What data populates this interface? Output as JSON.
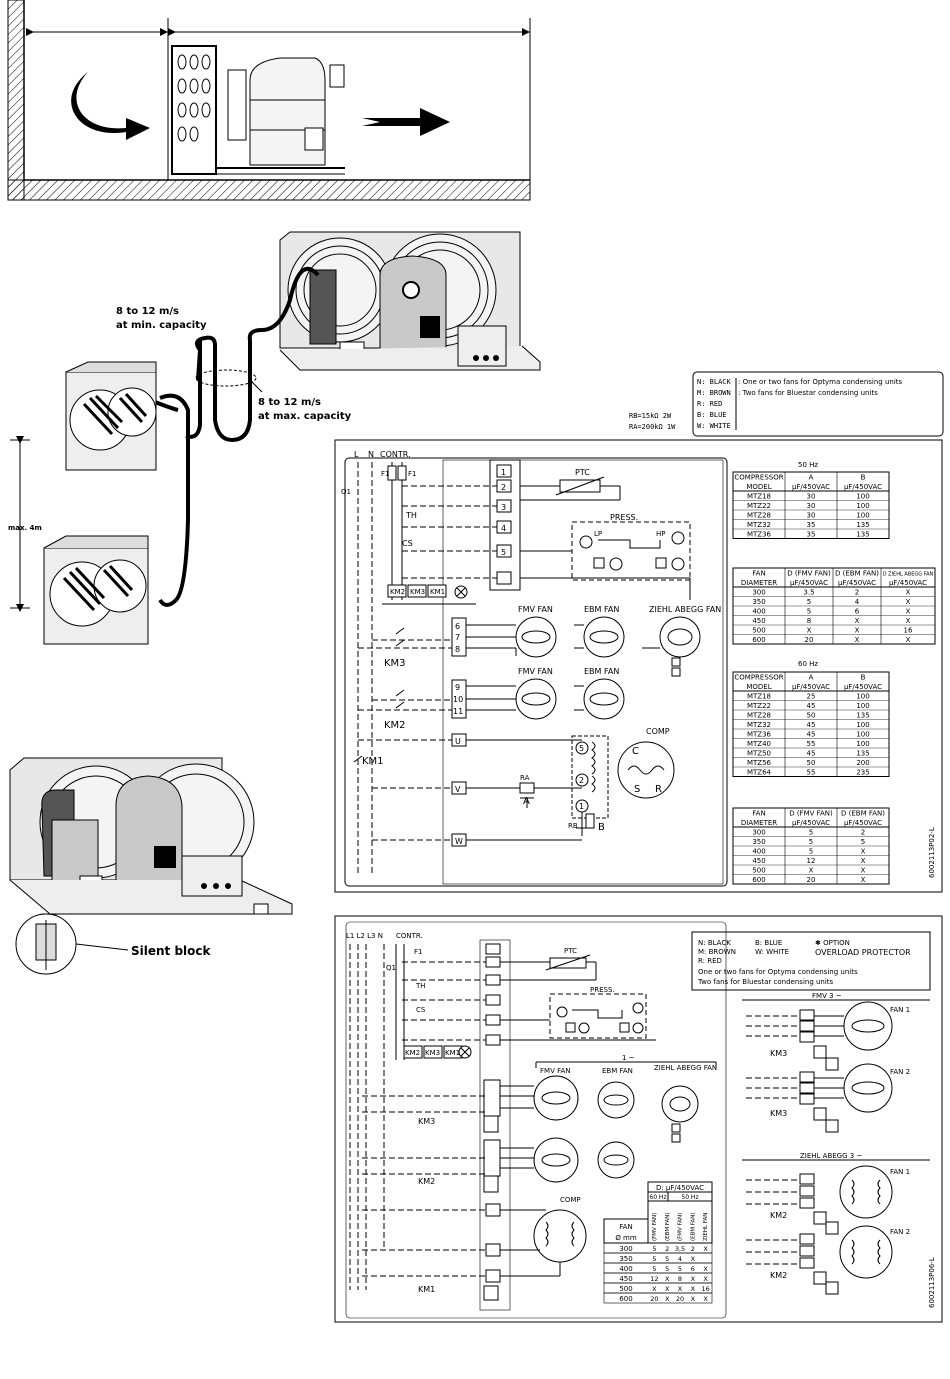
{
  "install": {
    "min_speed": "8 to 12 m/s",
    "min_capacity": "at min. capacity",
    "max_speed": "8 to 12 m/s",
    "max_capacity": "at max. capacity",
    "max_height": "max. 4m",
    "silent_block": "Silent block"
  },
  "d1": {
    "legend": [
      "N: BLACK",
      "M: BROWN",
      "R: RED",
      "B: BLUE",
      "W: WHITE"
    ],
    "legend_note1": ": One or two fans for Optyma condensing units",
    "legend_note2": ": Two fans for Bluestar condensing units",
    "rb": "RB=15kΩ  2W",
    "ra": "RA=200kΩ  1W",
    "L": "L",
    "N": "N",
    "contr": "CONTR.",
    "f1a": "F1",
    "f1b": "F1",
    "q1": "Q1",
    "th": "TH",
    "cs": "CS",
    "ptc": "PTC",
    "press": "PRESS.",
    "lp": "LP",
    "hp": "HP",
    "km_boxes": [
      "KM2",
      "KM3",
      "KM1"
    ],
    "terminals": [
      "1",
      "2",
      "3",
      "4",
      "5",
      "6",
      "7",
      "8",
      "9",
      "10",
      "11",
      "U",
      "V",
      "W"
    ],
    "fmv1": "FMV FAN",
    "ebm1": "EBM FAN",
    "ziehl": "ZIEHL ABEGG FAN",
    "fmv2": "FMV FAN",
    "ebm2": "EBM FAN",
    "km3": "KM3",
    "km2": "KM2",
    "km1": "KM1",
    "comp": "COMP",
    "ra_lbl": "RA",
    "rb_lbl": "RB",
    "cap_a": "A",
    "cap_b": "B",
    "wind": [
      "5",
      "2",
      "1"
    ],
    "comp_terms": [
      "C",
      "S",
      "R"
    ],
    "code": "6002113P02-L"
  },
  "t50": {
    "title": "50 Hz",
    "header": [
      [
        "COMPRESSOR",
        "A",
        "B"
      ],
      [
        "MODEL",
        "µF/450VAC",
        "µF/450VAC"
      ]
    ],
    "rows": [
      [
        "MTZ18",
        "30",
        "100"
      ],
      [
        "MTZ22",
        "30",
        "100"
      ],
      [
        "MTZ28",
        "30",
        "100"
      ],
      [
        "MTZ32",
        "35",
        "135"
      ],
      [
        "MTZ36",
        "35",
        "135"
      ]
    ]
  },
  "tfan1": {
    "header": [
      [
        "FAN",
        "D (FMV FAN)",
        "D (EBM FAN)",
        "D ZIEHL ABEGG FAN"
      ],
      [
        "DIAMETER",
        "µF/450VAC",
        "µF/450VAC",
        "µF/450VAC"
      ]
    ],
    "rows": [
      [
        "300",
        "3.5",
        "2",
        "X"
      ],
      [
        "350",
        "5",
        "4",
        "X"
      ],
      [
        "400",
        "5",
        "6",
        "X"
      ],
      [
        "450",
        "8",
        "X",
        "X"
      ],
      [
        "500",
        "X",
        "X",
        "16"
      ],
      [
        "600",
        "20",
        "X",
        "X"
      ]
    ]
  },
  "t60": {
    "title": "60 Hz",
    "header": [
      [
        "COMPRESSOR",
        "A",
        "B"
      ],
      [
        "MODEL",
        "µF/450VAC",
        "µF/450VAC"
      ]
    ],
    "rows": [
      [
        "MTZ18",
        "25",
        "100"
      ],
      [
        "MTZ22",
        "45",
        "100"
      ],
      [
        "MTZ28",
        "50",
        "135"
      ],
      [
        "MTZ32",
        "45",
        "100"
      ],
      [
        "MTZ36",
        "45",
        "100"
      ],
      [
        "MTZ40",
        "55",
        "100"
      ],
      [
        "MTZ50",
        "45",
        "135"
      ],
      [
        "MTZ56",
        "50",
        "200"
      ],
      [
        "MTZ64",
        "55",
        "235"
      ]
    ]
  },
  "tfan2": {
    "header": [
      [
        "FAN",
        "D (FMV FAN)",
        "D (EBM FAN)"
      ],
      [
        "DIAMETER",
        "µF/450VAC",
        "µF/450VAC"
      ]
    ],
    "rows": [
      [
        "300",
        "5",
        "2"
      ],
      [
        "350",
        "5",
        "5"
      ],
      [
        "400",
        "5",
        "X"
      ],
      [
        "450",
        "12",
        "X"
      ],
      [
        "500",
        "X",
        "X"
      ],
      [
        "600",
        "20",
        "X"
      ]
    ]
  },
  "d2": {
    "legend": [
      "N: BLACK",
      "M: BROWN",
      "R: RED",
      "B: BLUE",
      "W: WHITE"
    ],
    "option": "✱ OPTION",
    "overload": "OVERLOAD PROTECTOR",
    "note1": "One or two fans for Optyma condensing units",
    "note2": "Two fans for Bluestar condensing units",
    "lines": "L1 L2 L3  N",
    "contr": "CONTR.",
    "q1": "Q1",
    "f1": "F1",
    "ptc": "PTC",
    "press": "PRESS.",
    "th": "TH",
    "cs": "CS",
    "km_boxes": [
      "KM2",
      "KM3",
      "KM1"
    ],
    "one_phase": "1 ~",
    "fmv_fan": "FMV FAN",
    "ebm_fan": "EBM FAN",
    "ziehl_fan": "ZIEHL ABEGG FAN",
    "km3": "KM3",
    "km2": "KM2",
    "km1": "KM1",
    "comp": "COMP",
    "fmv3": "FMV  3 ~",
    "ziehl3": "ZIEHL ABEGG  3 ~",
    "fan1": "FAN 1",
    "fan2": "FAN 2",
    "code": "6002113P06-L"
  },
  "tfan3": {
    "title": "D: µF/450VAC",
    "sub": [
      "60 Hz",
      "50 Hz"
    ],
    "col_head": [
      "(FMV FAN)",
      "(EBM FAN)",
      "(FMV FAN)",
      "(EBM FAN)",
      "ZIEHL FAN"
    ],
    "fan": "FAN",
    "dia": "Ø mm",
    "rows": [
      [
        "300",
        "5",
        "2",
        "3,5",
        "2",
        "X"
      ],
      [
        "350",
        "5",
        "5",
        "4",
        "X"
      ],
      [
        "400",
        "5",
        "5",
        "5",
        "6",
        "X"
      ],
      [
        "450",
        "12",
        "X",
        "8",
        "X",
        "X"
      ],
      [
        "500",
        "X",
        "X",
        "X",
        "X",
        "16"
      ],
      [
        "600",
        "20",
        "X",
        "20",
        "X",
        "X"
      ]
    ]
  }
}
